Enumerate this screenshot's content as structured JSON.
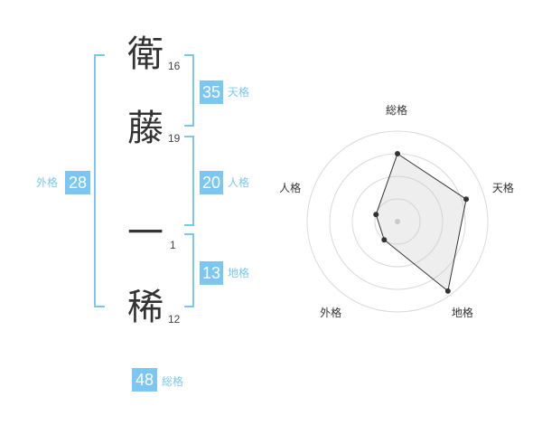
{
  "name": {
    "characters": [
      {
        "char": "衛",
        "strokes": "16"
      },
      {
        "char": "藤",
        "strokes": "19"
      },
      {
        "char": "一",
        "strokes": "1"
      },
      {
        "char": "稀",
        "strokes": "12"
      }
    ]
  },
  "scores": {
    "tenkaku": {
      "value": "35",
      "label": "天格"
    },
    "jinkaku": {
      "value": "20",
      "label": "人格"
    },
    "chikaku": {
      "value": "13",
      "label": "地格"
    },
    "gaikaku": {
      "value": "28",
      "label": "外格"
    },
    "soukaku": {
      "value": "48",
      "label": "総格"
    }
  },
  "colors": {
    "accent": "#7cc7f2",
    "text": "#333333"
  },
  "chart_data": {
    "type": "radar",
    "axes": [
      "総格",
      "天格",
      "地格",
      "外格",
      "人格"
    ],
    "values": [
      0.75,
      0.8,
      0.95,
      0.25,
      0.25
    ],
    "scale_max": 1,
    "rings": 4
  }
}
